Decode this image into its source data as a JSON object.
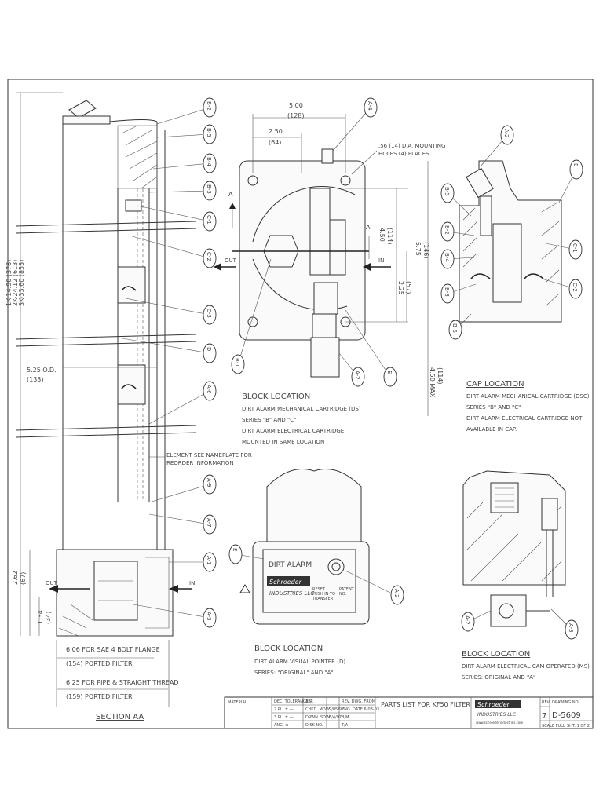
{
  "section_aa": {
    "title": "SECTION AA",
    "dim_length": "1K-14.90 (378)",
    "dim_length_2k": "2K-24.12 (613)",
    "dim_length_3k": "3K-33.60 (853)",
    "dim_od": "5.25 O.D.",
    "dim_od_mm": "(133)",
    "dim_262": "2.62",
    "dim_262_mm": "(67)",
    "dim_134": "1.34",
    "dim_134_mm": "(34)",
    "flow_out": "OUT",
    "flow_in": "IN",
    "element_note_1": "ELEMENT SEE NAMEPLATE FOR",
    "element_note_2": "REORDER INFORMATION",
    "dim_606": "6.06 FOR SAE 4 BOLT FLANGE",
    "ported_154": "(154) PORTED FILTER",
    "dim_625": "6.25 FOR PIPE & STRAIGHT THREAD",
    "ported_159": "(159) PORTED FILTER",
    "callouts": [
      "B-2",
      "B-5",
      "B-4",
      "B-3",
      "C-1",
      "C-2",
      "C-3",
      "D",
      "A-6",
      "A-9",
      "A-7",
      "A-1",
      "A-3"
    ]
  },
  "block_top": {
    "dim_500": "5.00",
    "dim_500_mm": "(128)",
    "dim_250": "2.50",
    "dim_250_mm": "(64)",
    "hole_note_1": ".56 (14) DIA. MOUNTING",
    "hole_note_2": "HOLES (4) PLACES",
    "dim_450": "4.50",
    "dim_450_mm": "(114)",
    "dim_575": "5.75",
    "dim_575_mm": "(146)",
    "dim_225": "2.25",
    "dim_225_mm": "(57)",
    "dim_450max": "4.50 MAX",
    "dim_450max_mm": "(114)",
    "label_a": "A",
    "flow_out": "OUT",
    "flow_in": "IN",
    "callouts": [
      "A-4",
      "B-1",
      "A-2",
      "E"
    ],
    "title": "BLOCK LOCATION",
    "line1": "DIRT ALARM MECHANICAL CARTRIDGE (DS)",
    "line2": "SERIES \"B\" AND \"C\"",
    "line3": "DIRT ALARM ELECTRICAL CARTRIDGE",
    "line4": "MOUNTED IN SAME LOCATION"
  },
  "cap_location": {
    "callouts": [
      "A-2",
      "E",
      "B-5",
      "B-2",
      "B-4",
      "B-3",
      "B-6",
      "C-1",
      "C-2"
    ],
    "title": "CAP LOCATION",
    "line1": "DIRT ALARM MECHANICAL CARTRIDGE (DSC)",
    "line2": "SERIES \"B\" AND \"C\"",
    "line3": "DIRT ALARM ELECTRICAL CARTRIDGE NOT",
    "line4": "AVAILABLE IN CAP."
  },
  "block_visual": {
    "callouts": [
      "E",
      "A-2"
    ],
    "plate_title": "DIRT ALARM",
    "brand": "Schroeder",
    "brand_sub": "INDUSTRIES LLC",
    "reset_1": "RESET",
    "reset_2": "PUSH IN TO",
    "reset_3": "TRANSFER",
    "patent_1": "PATENT",
    "patent_2": "NO.",
    "title": "BLOCK LOCATION",
    "line1": "DIRT ALARM VISUAL POINTER (D)",
    "line2": "SERIES: \"ORIGINAL\" AND \"A\""
  },
  "block_electrical": {
    "callouts": [
      "A-2",
      "A-3"
    ],
    "title": "BLOCK LOCATION",
    "line1": "DIRT ALARM ELECTRICAL CAM OPERATED (MS)",
    "line2": "SERIES: ORIGINAL AND \"A\""
  },
  "title_block": {
    "material": "MATERIAL",
    "dec": "DEC. TOLERANCES",
    "app": "APP.",
    "rev": "REV. DWG. FROM",
    "row2": [
      "2 PL. ± —",
      "CHKD. MDW",
      "9/05/97",
      "ENG. DATE 6-03-03"
    ],
    "row3": [
      "3 PL. ± —",
      "DRWN. SDW",
      "6/4/97",
      "B/M"
    ],
    "row4": [
      "ANG. ± —",
      "DISK NO.",
      "",
      "T/A"
    ],
    "parts_list": "PARTS LIST FOR KF50 FILTER",
    "brand": "Schroeder",
    "brand_sub": "INDUSTRIES LLC",
    "website": "www.schroederindustries.com",
    "rev_label": "REV.",
    "rev_value": "7",
    "dwg_label": "DRAWING NO.",
    "dwg_value": "D-5609",
    "scale": "SCALE FULL",
    "sheet": "SHT. 1 OF 2"
  }
}
